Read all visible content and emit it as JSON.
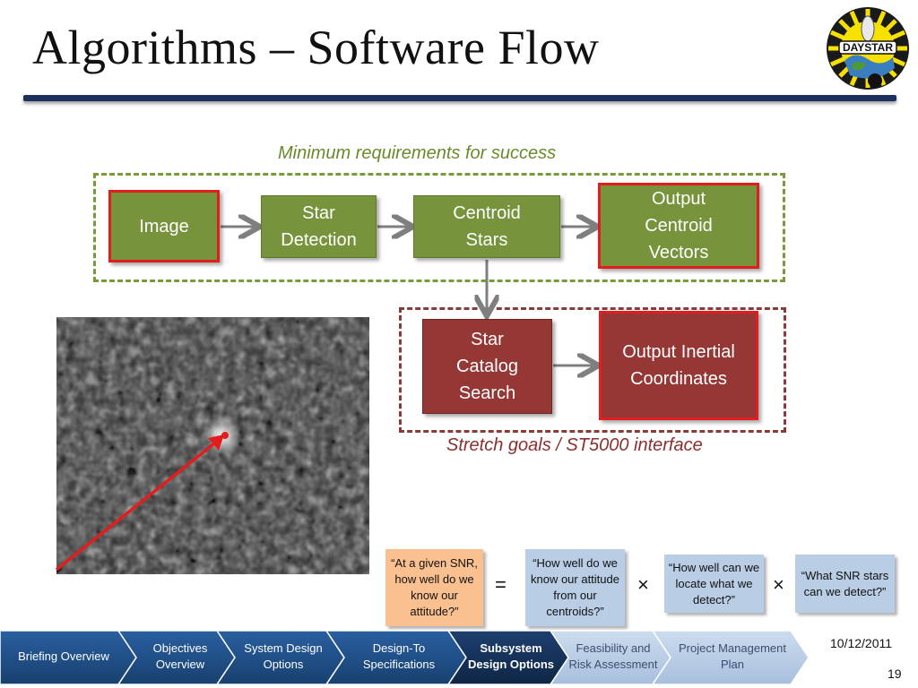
{
  "title": "Algorithms – Software Flow",
  "captions": {
    "minimum": "Minimum requirements for success",
    "stretch": "Stretch goals / ST5000 interface"
  },
  "flow": {
    "image": "Image",
    "star_detection": "Star Detection",
    "centroid_stars": "Centroid Stars",
    "output_centroid": "Output Centroid Vectors",
    "star_catalog": "Star Catalog Search",
    "output_inertial": "Output Inertial Coordinates"
  },
  "logo_text": "DAYSTAR",
  "equation": {
    "q1": "“At a given SNR, how well do we know our attitude?”",
    "eq": "=",
    "q2": "“How well do we know our attitude from our centroids?”",
    "times1": "×",
    "q3": "“How well can we locate what we detect?”",
    "times2": "×",
    "q4": "“What SNR stars can we detect?”"
  },
  "nav": [
    {
      "label": "Briefing Overview",
      "active": false
    },
    {
      "label": "Objectives Overview",
      "active": false
    },
    {
      "label": "System Design Options",
      "active": false
    },
    {
      "label": "Design-To Specifications",
      "active": false
    },
    {
      "label": "Subsystem Design Options",
      "active": true
    },
    {
      "label": "Feasibility and Risk Assessment",
      "active": false
    },
    {
      "label": "Project Management Plan",
      "active": false
    }
  ],
  "date": "10/12/2011",
  "page_number": "19",
  "colors": {
    "title_bar": "#1d2f5e",
    "green_box": "#77933c",
    "red_box": "#953735",
    "highlight_border": "#e21d1d",
    "nav_dark": "#1f4e8c",
    "nav_active": "#17375e",
    "nav_light": "#b9cde5"
  }
}
